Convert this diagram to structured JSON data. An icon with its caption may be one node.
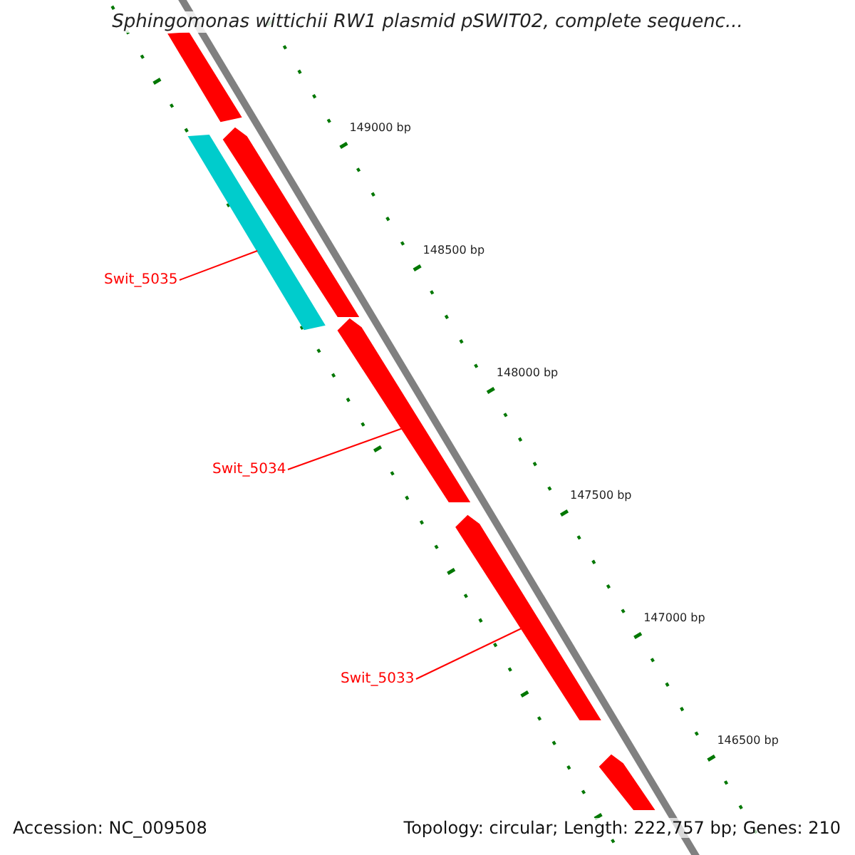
{
  "diagram": {
    "title": "Sphingomonas wittichii RW1 plasmid pSWIT02, complete sequenc...",
    "nodes": [
      {
        "text": [
          "Swit_5035"
        ]
      },
      {
        "text": [
          "Swit_5034"
        ]
      },
      {
        "text": [
          "Swit_5033"
        ]
      },
      {
        "text": [],
        "shape": "bar"
      },
      {
        "text": [],
        "shape": "bar"
      },
      {
        "text": [],
        "shape": "bar"
      },
      {
        "text": [],
        "shape": "bar"
      },
      {
        "text": [],
        "shape": "bar"
      },
      {
        "text": [],
        "shape": "bar"
      }
    ],
    "edges": [
      {
        "from": 0,
        "to": 5,
        "arrow": "none"
      },
      {
        "from": 1,
        "to": 6,
        "arrow": "none"
      },
      {
        "from": 2,
        "to": 7,
        "arrow": "none"
      }
    ],
    "labels": [
      "149000 bp",
      "148500 bp",
      "148000 bp",
      "147500 bp",
      "147000 bp",
      "146500 bp",
      "Accession: NC_009508",
      "Topology: circular; Length: 222,757 bp; Genes: 210"
    ]
  }
}
